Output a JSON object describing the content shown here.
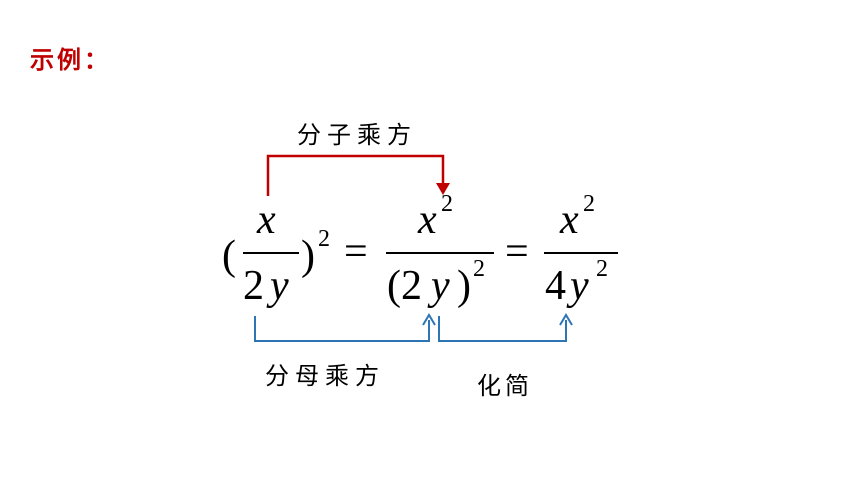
{
  "example_label": "示例：",
  "colors": {
    "label": "#c00000",
    "red_arrow": "#c00000",
    "blue_arrow": "#2e75b6"
  },
  "annotations": {
    "numerator_squared": "分子乘方",
    "denominator_squared": "分母乘方",
    "simplify": "化简"
  },
  "formula": {
    "lhs_open_paren": "(",
    "lhs_close_paren": ")",
    "lhs_exponent": "2",
    "lhs_numerator": "x",
    "lhs_den_coef": "2",
    "lhs_den_var": "y",
    "equals_1": "=",
    "mid_numerator_var": "x",
    "mid_numerator_exp": "2",
    "mid_den_open": "(2",
    "mid_den_var": "y",
    "mid_den_close": ")",
    "mid_den_exp": "2",
    "equals_2": "=",
    "rhs_numerator_var": "x",
    "rhs_numerator_exp": "2",
    "rhs_den_coef": "4",
    "rhs_den_var": "y",
    "rhs_den_exp": "2"
  }
}
